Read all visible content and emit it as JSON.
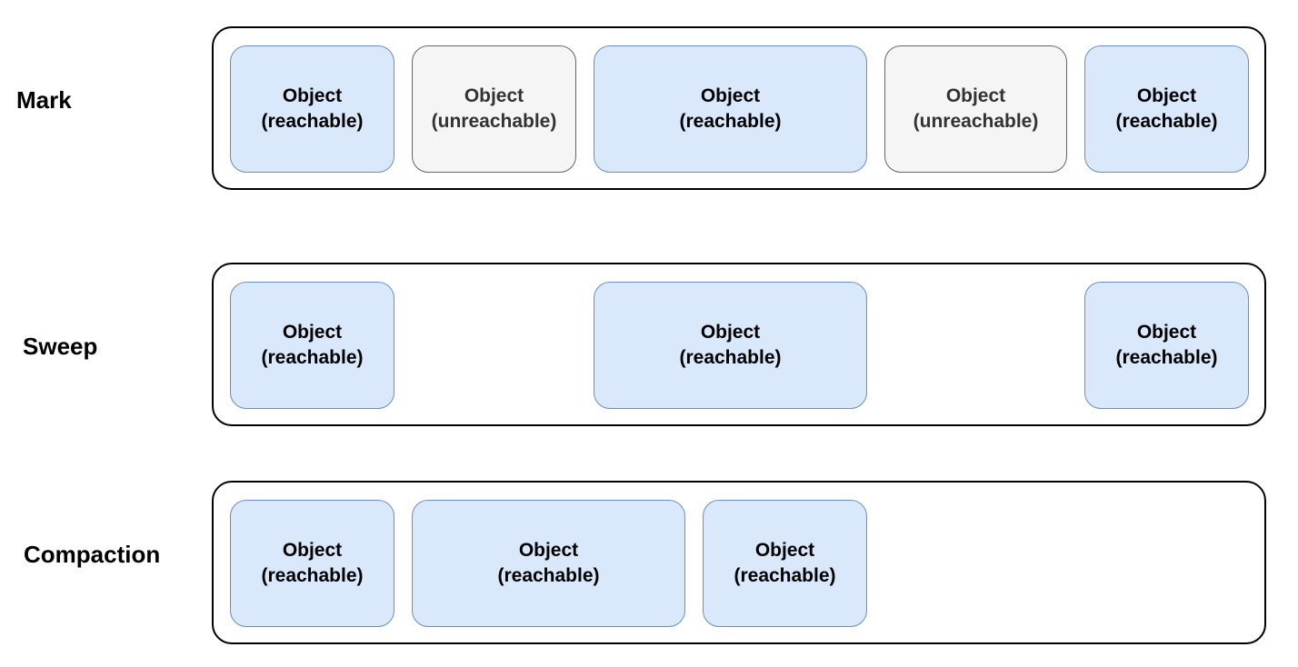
{
  "phases": [
    {
      "label": "Mark",
      "objects": [
        {
          "line1": "Object",
          "line2": "(reachable)",
          "state": "reachable"
        },
        {
          "line1": "Object",
          "line2": "(unreachable)",
          "state": "unreachable"
        },
        {
          "line1": "Object",
          "line2": "(reachable)",
          "state": "reachable"
        },
        {
          "line1": "Object",
          "line2": "(unreachable)",
          "state": "unreachable"
        },
        {
          "line1": "Object",
          "line2": "(reachable)",
          "state": "reachable"
        }
      ]
    },
    {
      "label": "Sweep",
      "objects": [
        {
          "line1": "Object",
          "line2": "(reachable)",
          "state": "reachable"
        },
        {
          "line1": "Object",
          "line2": "(reachable)",
          "state": "reachable"
        },
        {
          "line1": "Object",
          "line2": "(reachable)",
          "state": "reachable"
        }
      ]
    },
    {
      "label": "Compaction",
      "objects": [
        {
          "line1": "Object",
          "line2": "(reachable)",
          "state": "reachable"
        },
        {
          "line1": "Object",
          "line2": "(reachable)",
          "state": "reachable"
        },
        {
          "line1": "Object",
          "line2": "(reachable)",
          "state": "reachable"
        }
      ]
    }
  ],
  "colors": {
    "reachable_fill": "#dae8fc",
    "reachable_stroke": "#6c8ebf",
    "unreachable_fill": "#f5f5f5",
    "unreachable_stroke": "#666666"
  }
}
